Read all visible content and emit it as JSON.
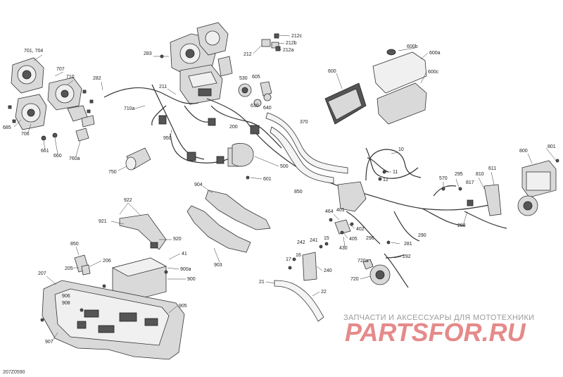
{
  "diagram": {
    "drawing_code": "207Z0590",
    "callouts": {
      "c701": "701, 704",
      "c707": "707",
      "c710": "710",
      "c685": "685",
      "c706": "706",
      "c661": "661",
      "c660": "660",
      "c760a": "760a",
      "c282": "282",
      "c283": "283",
      "c211": "211",
      "c710a": "710a",
      "c950": "950",
      "c750": "750",
      "c212": "212",
      "c212a": "212a",
      "c212b": "212b",
      "c212c": "212c",
      "c530": "530",
      "c605": "605",
      "c630": "630",
      "c640": "640",
      "c200a": "200",
      "c370": "370",
      "c600": "600",
      "c600a": "600a",
      "c600b": "600b",
      "c600c": "600c",
      "c500": "500",
      "c601": "601",
      "c850a": "850",
      "c10": "10",
      "c11": "11",
      "c12": "12",
      "c800": "800",
      "c801": "801",
      "c570": "570",
      "c295": "295",
      "c810": "810",
      "c611": "611",
      "c817": "817",
      "c283b": "283",
      "c904": "904",
      "c903": "903",
      "c922": "922",
      "c921": "921",
      "c920": "920",
      "c850b": "850",
      "c205": "205",
      "c206": "206",
      "c41": "41",
      "c900a": "900a",
      "c900": "900",
      "c207": "207",
      "c906": "906",
      "c908": "908",
      "c905": "905",
      "c907": "907",
      "c464": "464",
      "c401": "401",
      "c402": "402",
      "c405": "405",
      "c430": "430",
      "c296": "296",
      "c290": "290",
      "c281": "281",
      "c292": "292",
      "c242": "242",
      "c241": "241",
      "c15": "15",
      "c16": "16",
      "c17": "17",
      "c240": "240",
      "c720a": "720a",
      "c720": "720",
      "c21": "21",
      "c22": "22"
    }
  },
  "watermark": {
    "subtitle": "ЗАПЧАСТИ И АКСЕССУАРЫ ДЛЯ МОТОТЕХНИКИ",
    "logo": "PARTSFOR.RU"
  }
}
